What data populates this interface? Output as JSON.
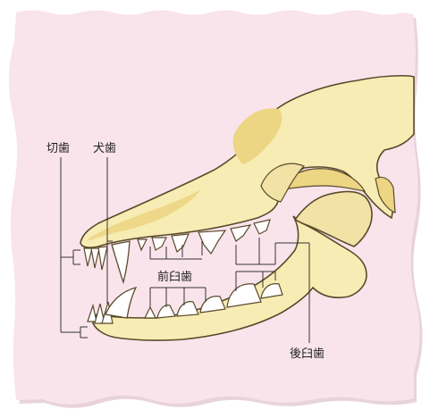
{
  "labels": {
    "incisors": "切歯",
    "canine": "犬歯",
    "premolars": "前臼歯",
    "molars": "後臼歯"
  },
  "colors": {
    "background": "#f9e4ec",
    "frame_edge": "#ffffff",
    "bone_fill": "#f7ecb3",
    "bone_shade": "#ecd583",
    "bone_stroke": "#5a4a2a",
    "tooth_fill": "#ffffff",
    "leader_line": "#333333",
    "paper_shadow": "#e8d3dc"
  }
}
